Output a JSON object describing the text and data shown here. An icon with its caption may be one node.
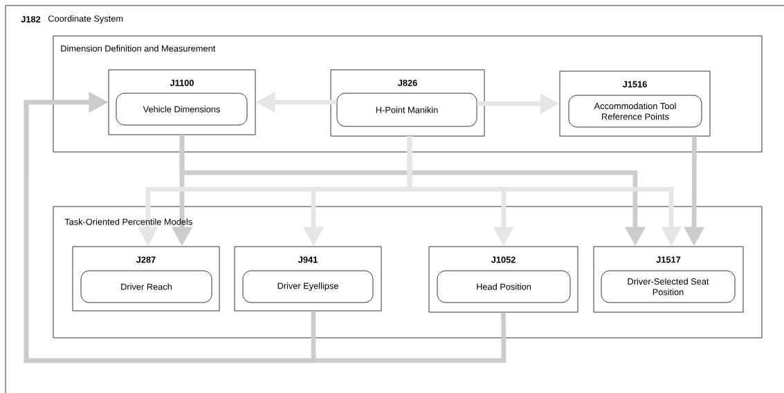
{
  "diagram": {
    "nodes": [
      {
        "text": [
          "J182",
          "Coordinate System"
        ]
      },
      {
        "text": [
          "Dimension Definition and Measurement"
        ],
        "in": 0
      },
      {
        "text": [
          "J1100"
        ],
        "in": 1
      },
      {
        "text": [
          "Vehicle Dimensions"
        ],
        "in": 2
      },
      {
        "text": [
          "J826"
        ],
        "in": 1
      },
      {
        "text": [
          "H-Point Manikin"
        ],
        "in": 4
      },
      {
        "text": [
          "J1516"
        ],
        "in": 1
      },
      {
        "text": [
          "Accommodation Tool Reference Points"
        ],
        "in": 6
      },
      {
        "text": [
          "Task-Oriented Percentile Models"
        ],
        "in": 0
      },
      {
        "text": [
          "J287"
        ],
        "in": 8
      },
      {
        "text": [
          "Driver Reach"
        ],
        "in": 9
      },
      {
        "text": [
          "J941"
        ],
        "in": 8
      },
      {
        "text": [
          "Driver Eyellipse"
        ],
        "in": 11
      },
      {
        "text": [
          "J1052"
        ],
        "in": 8
      },
      {
        "text": [
          "Head Position"
        ],
        "in": 13
      },
      {
        "text": [
          "J1517"
        ],
        "in": 8
      },
      {
        "text": [
          "Driver-Selected Seat Position"
        ],
        "in": 15
      }
    ],
    "edges": [
      {
        "from": 5,
        "to": 2,
        "arrow": "to"
      },
      {
        "from": 5,
        "to": 6,
        "arrow": "to"
      },
      {
        "from": 2,
        "to": 9,
        "arrow": "to",
        "color": "#cccccc"
      },
      {
        "from": 2,
        "to": 15,
        "arrow": "to",
        "color": "#cccccc"
      },
      {
        "from": 4,
        "to": 9,
        "arrow": "to"
      },
      {
        "from": 4,
        "to": 11,
        "arrow": "to"
      },
      {
        "from": 4,
        "to": 13,
        "arrow": "to"
      },
      {
        "from": 4,
        "to": 15,
        "arrow": "to"
      },
      {
        "from": 6,
        "to": 15,
        "arrow": "to",
        "color": "#cccccc"
      },
      {
        "from": 11,
        "to": 2,
        "arrow": "to",
        "color": "#cccccc"
      },
      {
        "from": 13,
        "to": 2,
        "arrow": "to",
        "color": "#cccccc"
      }
    ]
  }
}
